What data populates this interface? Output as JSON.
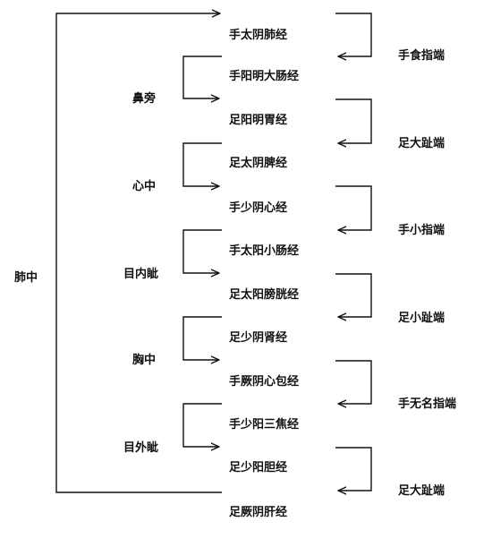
{
  "origin": "肺中",
  "meridians": [
    "手太阴肺经",
    "手阳明大肠经",
    "足阳明胃经",
    "足太阴脾经",
    "手少阴心经",
    "手太阳小肠经",
    "足太阳膀胱经",
    "足少阴肾经",
    "手厥阴心包经",
    "手少阳三焦经",
    "足少阳胆经",
    "足厥阴肝经"
  ],
  "left_connections": [
    "鼻旁",
    "心中",
    "目内眦",
    "胸中",
    "目外眦"
  ],
  "right_connections": [
    "手食指端",
    "足大趾端",
    "手小指端",
    "足小趾端",
    "手无名指端",
    "足大趾端"
  ]
}
